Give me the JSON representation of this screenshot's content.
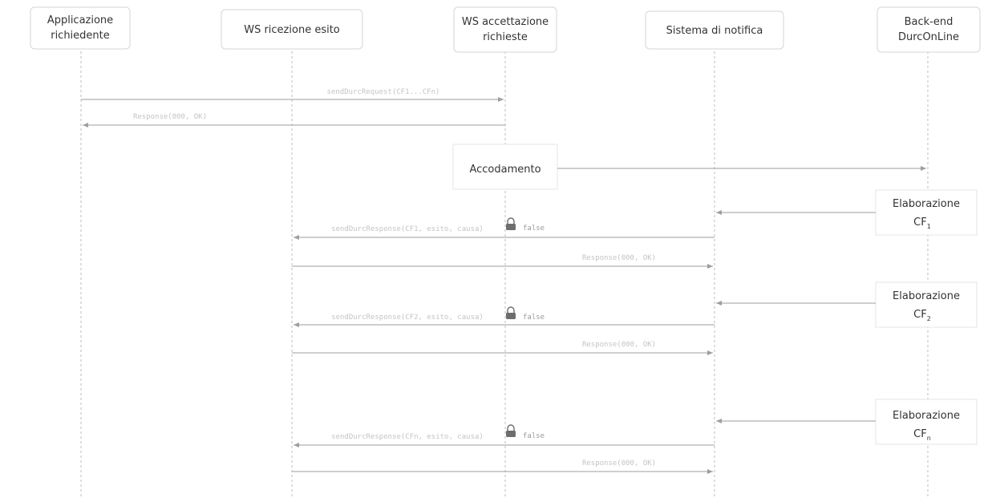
{
  "participants": [
    {
      "id": "app",
      "lines": [
        "Applicazione",
        "richiedente"
      ]
    },
    {
      "id": "ricezione",
      "lines": [
        "WS ricezione esito"
      ]
    },
    {
      "id": "accettazione",
      "lines": [
        "WS accettazione",
        "richieste"
      ]
    },
    {
      "id": "notifica",
      "lines": [
        "Sistema di notifica"
      ]
    },
    {
      "id": "backend",
      "lines": [
        "Back-end",
        "DurcOnLine"
      ]
    }
  ],
  "messages": [
    {
      "label": "sendDurcRequest(CF1...CFn)"
    },
    {
      "label": "Response(000, OK)"
    },
    {
      "label": ""
    },
    {
      "label": ""
    },
    {
      "label": "sendDurcResponse(CF1, esito, causa)"
    },
    {
      "label": "Response(000, OK)"
    },
    {
      "label": ""
    },
    {
      "label": "sendDurcResponse(CF2, esito, causa)"
    },
    {
      "label": "Response(000, OK)"
    },
    {
      "label": ""
    },
    {
      "label": "sendDurcResponse(CFn, esito, causa)"
    },
    {
      "label": "Response(000, OK)"
    }
  ],
  "lock_notes": [
    "false",
    "false",
    "false"
  ],
  "accodamento": {
    "label": "Accodamento"
  },
  "processing": [
    {
      "label": "Elaborazione",
      "cf": "CF",
      "sub": "1"
    },
    {
      "label": "Elaborazione",
      "cf": "CF",
      "sub": "2"
    },
    {
      "label": "Elaborazione",
      "cf": "CF",
      "sub": "n"
    }
  ],
  "icons": {
    "lock": "lock-icon"
  }
}
